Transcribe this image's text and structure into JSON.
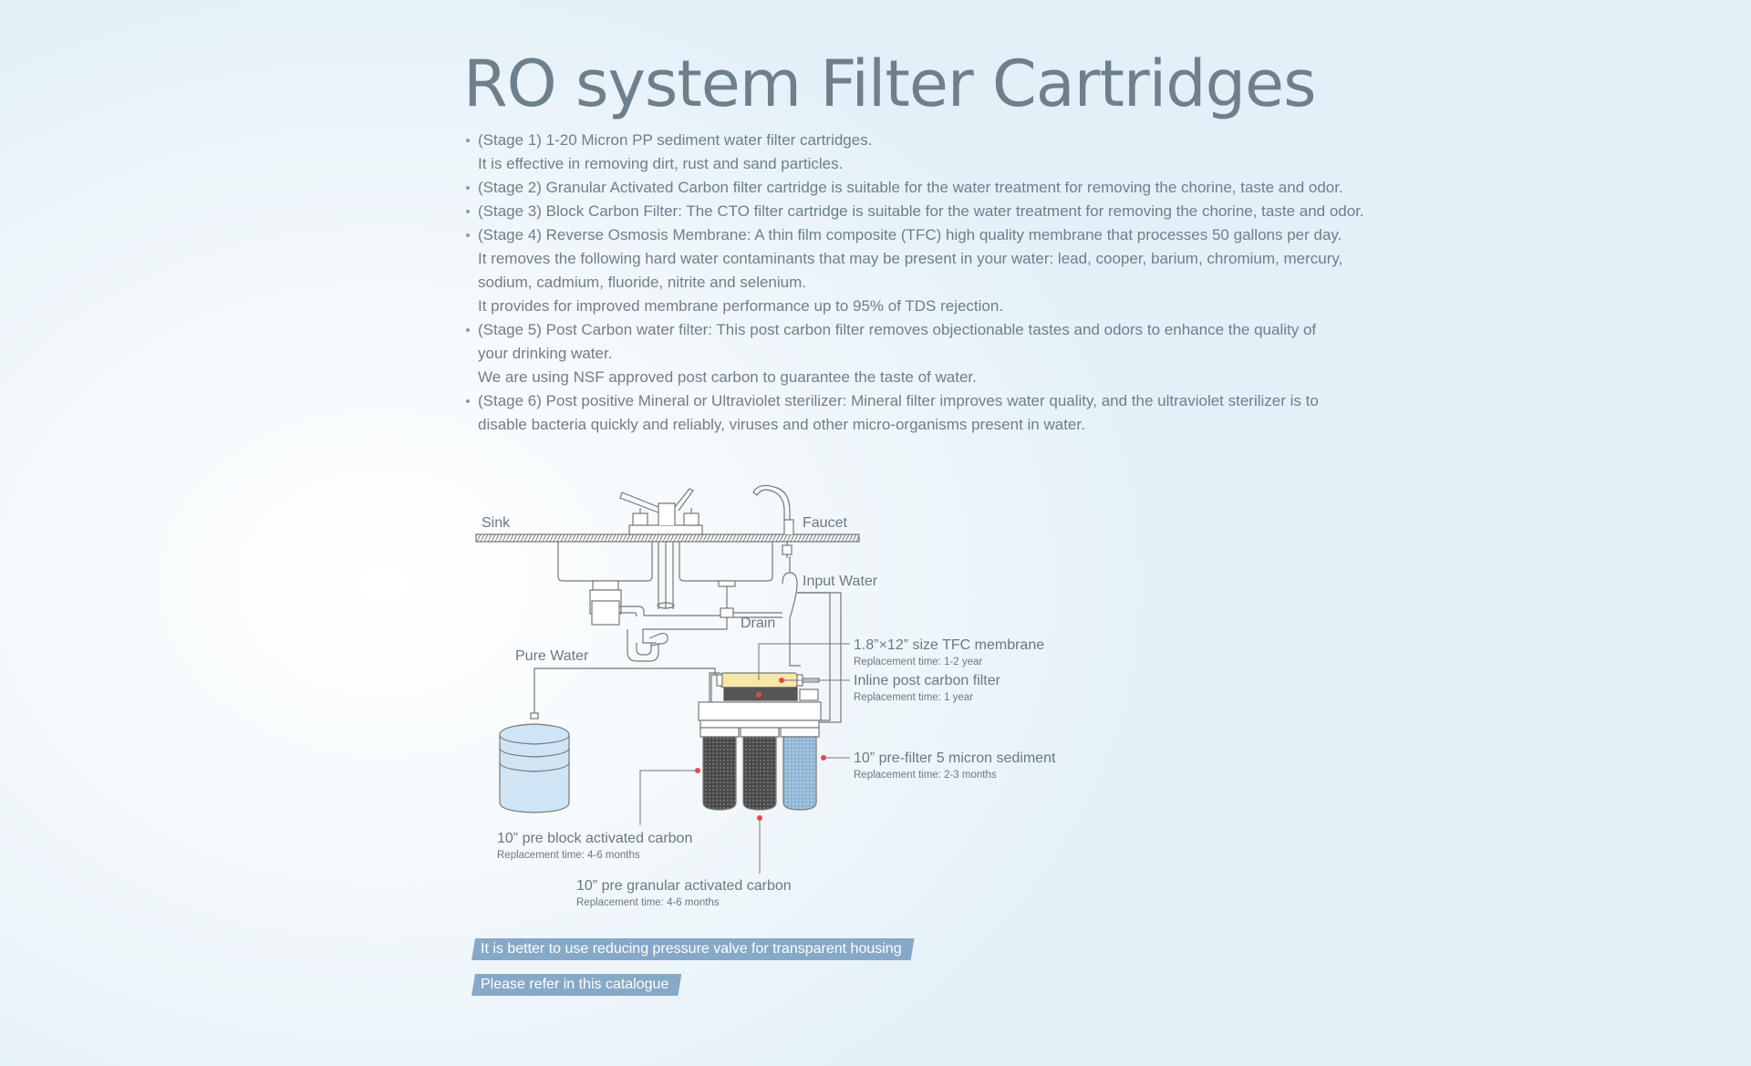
{
  "title": "RO system Filter Cartridges",
  "stages": [
    {
      "lines": [
        "(Stage 1) 1-20 Micron PP sediment water filter cartridges.",
        "It is effective in removing dirt, rust and sand particles."
      ]
    },
    {
      "lines": [
        "(Stage 2) Granular Activated Carbon filter cartridge is suitable for the water treatment for removing the chorine, taste and odor."
      ]
    },
    {
      "lines": [
        "(Stage 3) Block Carbon Filter: The CTO filter cartridge is suitable for the water treatment for removing the chorine, taste and odor."
      ]
    },
    {
      "lines": [
        "(Stage 4) Reverse Osmosis Membrane: A thin film composite (TFC) high quality membrane that processes 50 gallons per day.",
        "It removes the following hard water contaminants that may be present in your water: lead, cooper, barium, chromium, mercury,",
        "sodium, cadmium, fluoride, nitrite and selenium.",
        "It provides for improved membrane performance up to 95% of  TDS rejection."
      ]
    },
    {
      "lines": [
        "(Stage 5) Post Carbon water filter: This post carbon filter removes objectionable tastes and odors to enhance the quality of",
        "your drinking water.",
        "We are using NSF approved post carbon to guarantee the taste of water."
      ]
    },
    {
      "lines": [
        "(Stage 6) Post positive Mineral or Ultraviolet sterilizer: Mineral filter improves water quality, and the ultraviolet sterilizer is to",
        "disable bacteria quickly and reliably, viruses and other micro-organisms present in water."
      ]
    }
  ],
  "diagram": {
    "sink_label": "Sink",
    "faucet_label": "Faucet",
    "input_water_label": "Input Water",
    "drain_label": "Drain",
    "pure_water_label": "Pure Water",
    "membrane": {
      "name": "1.8”×12” size TFC membrane",
      "replacement": "Replacement time: 1-2 year"
    },
    "inline_post_carbon": {
      "name": "Inline post carbon filter",
      "replacement": "Replacement time: 1 year"
    },
    "prefilter_sediment": {
      "name": "10” pre-filter 5 micron sediment",
      "replacement": "Replacement time: 2-3 months"
    },
    "block_carbon": {
      "name": "10” pre block activated carbon",
      "replacement": "Replacement time: 4-6 months"
    },
    "granular_carbon": {
      "name": "10” pre granular activated carbon",
      "replacement": "Replacement time: 4-6 months"
    },
    "colors": {
      "line": "#777777",
      "marker": "#e8454d",
      "dark_cartridge": "#4a4a4a",
      "blue_cartridge": "#8fb6d6",
      "tank": "#cfe5f5",
      "membrane": "#f6e6a8"
    }
  },
  "notices": {
    "valve": "It is better to use reducing pressure valve for transparent housing",
    "catalogue": "Please refer in this catalogue"
  }
}
